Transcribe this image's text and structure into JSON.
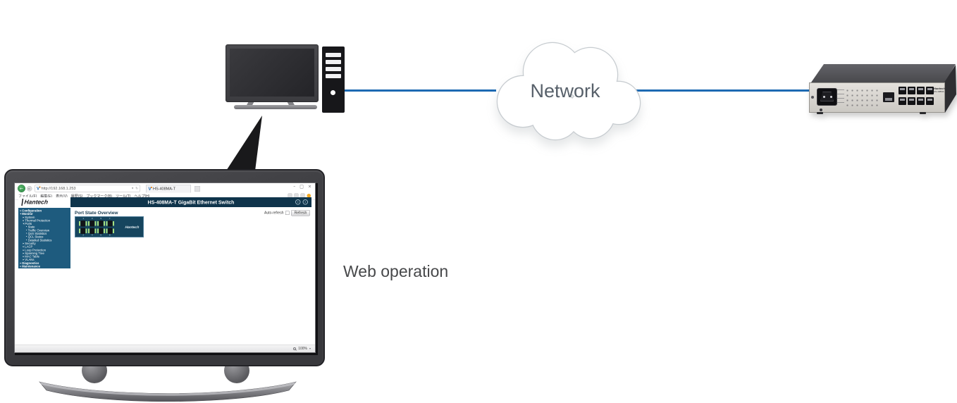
{
  "labels": {
    "caption": "Web operation",
    "network": "Network"
  },
  "device": {
    "brand": "Hantech",
    "model": "HS-408MA"
  },
  "browser": {
    "window_controls": [
      "–",
      "□",
      "×"
    ],
    "back_glyph": "←",
    "forward_glyph": "►",
    "url": "http://192.168.1.253",
    "url_dropdown": "▾",
    "reload_glyph": "↻",
    "favicon": "V",
    "tab_title": "HS-408MA-T",
    "menu": [
      "ファイル(F)",
      "編集(E)",
      "表示(V)",
      "履歴(S)",
      "ブックマーク(B)",
      "ツール(T)",
      "ヘルプ(H)"
    ],
    "status": {
      "zoom": "100%",
      "dropdown": "▾"
    }
  },
  "webui": {
    "logo": "Hantech",
    "title": "HS-408MA-T GigaBit Ethernet Switch",
    "page": {
      "title": "Port State Overview",
      "auto_refresh": "Auto-refresh",
      "refresh": "Refresh"
    },
    "sidebar": [
      {
        "label": "Configuration",
        "cls": "lvl0",
        "marker": "▸"
      },
      {
        "label": "Monitor",
        "cls": "lvl0",
        "marker": "▾"
      },
      {
        "label": "System",
        "cls": "lvl1",
        "marker": "▸"
      },
      {
        "label": "Thermal Protection",
        "cls": "lvl1",
        "marker": "▸"
      },
      {
        "label": "Ports",
        "cls": "lvl1",
        "marker": "▾"
      },
      {
        "label": "State",
        "cls": "lvl2",
        "marker": "•"
      },
      {
        "label": "Traffic Overview",
        "cls": "lvl2",
        "marker": "•"
      },
      {
        "label": "QoS Statistics",
        "cls": "lvl2",
        "marker": "•"
      },
      {
        "label": "QCL Status",
        "cls": "lvl2",
        "marker": "•"
      },
      {
        "label": "Detailed Statistics",
        "cls": "lvl2",
        "marker": "•"
      },
      {
        "label": "Security",
        "cls": "lvl1",
        "marker": "▸"
      },
      {
        "label": "LACP",
        "cls": "lvl1",
        "marker": "▸"
      },
      {
        "label": "Loop Protection",
        "cls": "lvl1",
        "marker": "▸"
      },
      {
        "label": "Spanning Tree",
        "cls": "lvl1",
        "marker": "▸"
      },
      {
        "label": "MAC Table",
        "cls": "lvl1",
        "marker": "▸"
      },
      {
        "label": "VLANs",
        "cls": "lvl1",
        "marker": "▸"
      },
      {
        "label": "Diagnostics",
        "cls": "lvl0",
        "marker": "▸"
      },
      {
        "label": "Maintenance",
        "cls": "lvl0",
        "marker": "▸"
      }
    ],
    "panel": {
      "logo": "Hantech",
      "top_ports": [
        "1",
        "3",
        "5",
        "7"
      ],
      "bottom_ports": [
        "2",
        "4",
        "6",
        "8"
      ]
    }
  },
  "colors": {
    "line_blue": "#1d6ab3",
    "header_navy": "#0f344b",
    "sidebar_blue": "#1e5b7e",
    "port_green": "#a6e080"
  }
}
